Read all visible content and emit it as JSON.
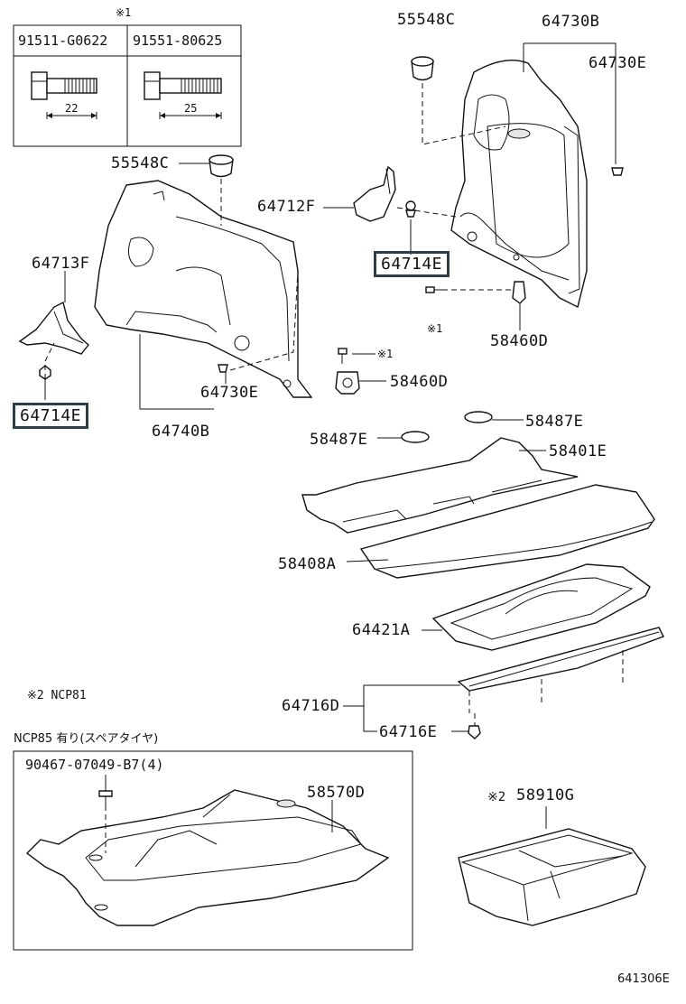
{
  "fastener_table": {
    "note_mark": "※1",
    "columns": [
      {
        "part_no": "91511-G0622",
        "length": "22"
      },
      {
        "part_no": "91551-80625",
        "length": "25"
      }
    ]
  },
  "labels": {
    "p55548c_top": "55548C",
    "p64730b": "64730B",
    "p64730e_top": "64730E",
    "p55548c_mid": "55548C",
    "p64712f": "64712F",
    "p64714e_right": "64714E",
    "p64713f": "64713F",
    "p1_right": "※1",
    "p58460d_right": "58460D",
    "p1_mid": "※1",
    "p58460d_mid": "58460D",
    "p64714e_left": "64714E",
    "p64730e_mid": "64730E",
    "p64740b": "64740B",
    "p58487e_right": "58487E",
    "p58487e_left": "58487E",
    "p58401e": "58401E",
    "p58408a": "58408A",
    "p64421a": "64421A",
    "p64716d": "64716D",
    "p64716e": "64716E"
  },
  "notes": {
    "ncp81": "※2 NCP81",
    "ncp85": "NCP85 有り(スペアタイヤ)"
  },
  "subbox": {
    "bolt_label": "90467-07049-B7(4)",
    "p58570d": "58570D"
  },
  "tray": {
    "mark": "※2",
    "part": "58910G"
  },
  "diagram_code": "641306E",
  "colors": {
    "line": "#111111",
    "highlight_border": "#2f3d46",
    "background": "#ffffff"
  }
}
